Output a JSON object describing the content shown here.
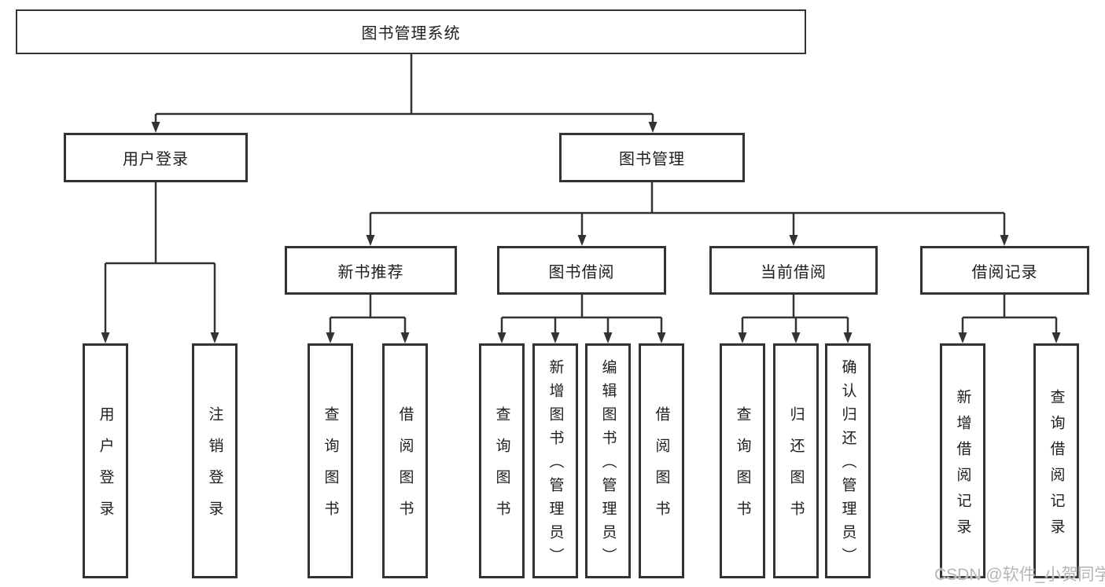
{
  "colors": {
    "line": "#333333",
    "text": "#1e1e1e",
    "watermark": "#b3b6b8",
    "background": "#ffffff"
  },
  "watermark": "CSDN @软件_小贺同学",
  "tree": {
    "root": {
      "label": "图书管理系统"
    },
    "branches": [
      {
        "label": "用户登录",
        "children": [
          {
            "label": "用户登录"
          },
          {
            "label": "注销登录"
          }
        ]
      },
      {
        "label": "图书管理",
        "children": [
          {
            "label": "新书推荐",
            "children": [
              {
                "label": "查询图书"
              },
              {
                "label": "借阅图书"
              }
            ]
          },
          {
            "label": "图书借阅",
            "children": [
              {
                "label": "查询图书"
              },
              {
                "label": "新增图书（管理员）"
              },
              {
                "label": "编辑图书（管理员）"
              },
              {
                "label": "借阅图书"
              }
            ]
          },
          {
            "label": "当前借阅",
            "children": [
              {
                "label": "查询图书"
              },
              {
                "label": "归还图书"
              },
              {
                "label": "确认归还（管理员）"
              }
            ]
          },
          {
            "label": "借阅记录",
            "children": [
              {
                "label": "新增借阅记录"
              },
              {
                "label": "查询借阅记录"
              }
            ]
          }
        ]
      }
    ]
  }
}
